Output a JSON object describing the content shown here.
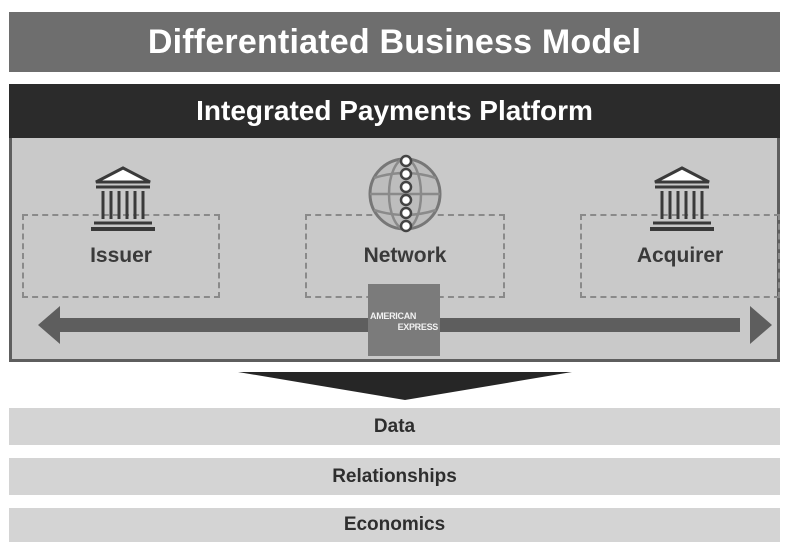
{
  "header": {
    "title": "Differentiated Business Model",
    "platform": "Integrated Payments Platform"
  },
  "participants": [
    {
      "label": "Issuer",
      "icon": "bank-icon"
    },
    {
      "label": "Network",
      "icon": "globe-network-icon"
    },
    {
      "label": "Acquirer",
      "icon": "bank-icon"
    }
  ],
  "brand": {
    "line1": "AMERICAN",
    "line2": "EXPRESS"
  },
  "outcomes": [
    "Data",
    "Relationships",
    "Economics"
  ],
  "colors": {
    "title_bar": "#6e6e6e",
    "platform_bar": "#2b2b2b",
    "platform_fill": "#c9c9c9",
    "outcome_fill": "#d4d4d4",
    "arrow": "#5e5e5e"
  }
}
